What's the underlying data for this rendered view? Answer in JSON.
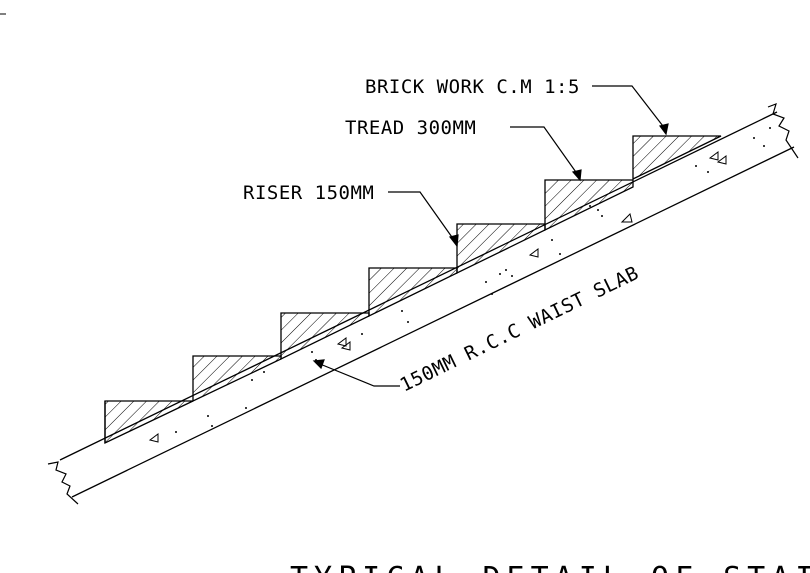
{
  "labels": {
    "brick_work": "BRICK WORK C.M 1:5",
    "tread": "TREAD 300MM",
    "riser": "RISER 150MM",
    "waist_slab": "150MM R.C.C WAIST SLAB"
  },
  "title": "TYPICAL DETAIL OF STAIRCASE",
  "colors": {
    "line": "#000000",
    "background": "#ffffff"
  }
}
